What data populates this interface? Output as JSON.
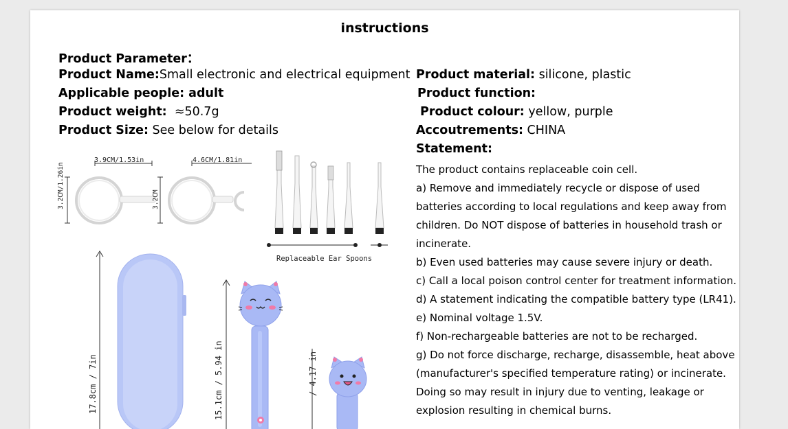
{
  "title": "instructions",
  "product_parameter_label": "Product Parameter：",
  "left_fields": [
    {
      "label": "Product Name:",
      "value": "Small electronic and electrical equipment"
    },
    {
      "label": "Applicable people: adult",
      "value": ""
    },
    {
      "label": "Product weight:",
      "value": "  ≈50.7g"
    },
    {
      "label": "Product Size:",
      "value": " See below for details"
    }
  ],
  "right_fields": [
    {
      "label": "Product material:",
      "value": " silicone, plastic"
    },
    {
      "label": "Product function:",
      "value": ""
    },
    {
      "label": "Product colour:",
      "value": " yellow, purple"
    },
    {
      "label": "Accoutrements:",
      "value": " CHINA"
    },
    {
      "label": "Statement:",
      "value": ""
    }
  ],
  "statement_lines": [
    "The product contains replaceable coin cell.",
    "a) Remove and immediately recycle or dispose of used",
    "batteries according to local regulations and keep away from",
    "children. Do NOT dispose of batteries in household trash or",
    "incinerate.",
    "b) Even used batteries may cause severe injury or death.",
    "c) Call a local poison control center for treatment information.",
    "d) A statement indicating the compatible battery type (LR41).",
    "e) Nominal voltage 1.5V.",
    "f) Non-rechargeable batteries are not to be recharged.",
    "g) Do not force discharge, recharge, disassemble, heat above",
    "(manufacturer's specified temperature rating) or incinerate.",
    "Doing so may result in injury due to venting, leakage or",
    "explosion resulting in chemical burns."
  ],
  "figure": {
    "ring1_width": "3.9CM/1.53in",
    "ring1_height": "3.2CM/1.26in",
    "ring2_width": "4.6CM/1.81in",
    "ring2_height": "3.2CM",
    "spoons_caption": "Replaceable Ear Spoons",
    "case_height": "17.8cm / 7in",
    "tool_height": "15.1cm / 5.94 in",
    "small_height": "/ 4.17 in"
  },
  "colors": {
    "product_blue": "#a9b9f5",
    "case_blue": "#b9c7f7",
    "cheek_pink": "#f07aa8"
  }
}
